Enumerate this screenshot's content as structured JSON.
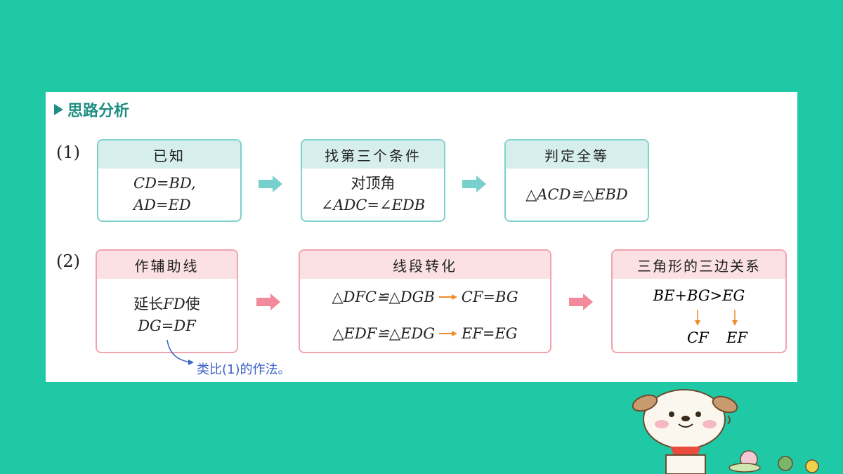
{
  "heading": "思路分析",
  "row1": {
    "label": "(1)",
    "box1": {
      "title": "已知",
      "line1": "CD=BD,",
      "line2": "AD=ED"
    },
    "box2": {
      "title": "找第三个条件",
      "line1": "对顶角",
      "line2": "∠ADC=∠EDB"
    },
    "box3": {
      "title": "判定全等",
      "line1": "△ACD≌△EBD"
    }
  },
  "row2": {
    "label": "(2)",
    "box1": {
      "title": "作辅助线",
      "line1_cn": "延长",
      "line1_math": "FD",
      "line1_cn2": "使",
      "line2": "DG=DF"
    },
    "box2": {
      "title": "线段转化",
      "line1_left": "△DFC≌△DGB",
      "line1_right": "CF=BG",
      "line2_left": "△EDF≌△EDG",
      "line2_right": "EF=EG"
    },
    "box3": {
      "title": "三角形的三边关系",
      "line1": "BE+BG>EG",
      "bottom_left": "CF",
      "bottom_right": "EF"
    }
  },
  "note": "类比(1)的作法。",
  "colors": {
    "background": "#20c9a6",
    "teal_border": "#7fd1cc",
    "pink_border": "#f3a3ae",
    "arrow_orange": "#f08a2a",
    "note_blue": "#3c62c8"
  }
}
